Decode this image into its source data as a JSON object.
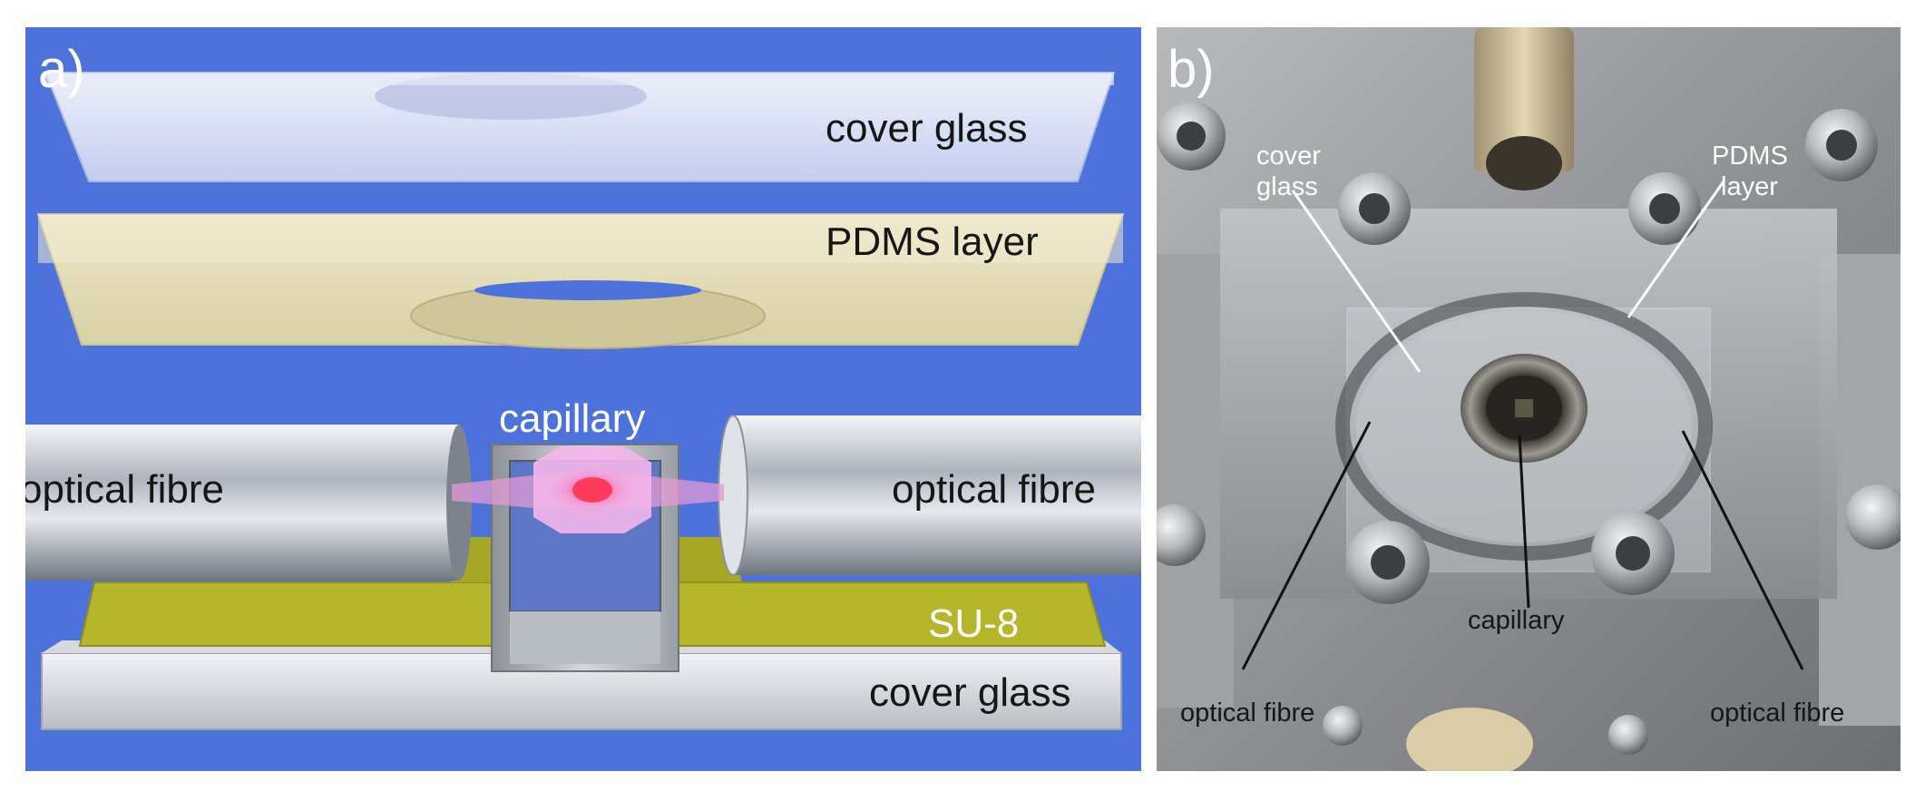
{
  "panel_a": {
    "tag": "a)",
    "labels": {
      "cover_glass_top": "cover glass",
      "pdms_layer": "PDMS layer",
      "capillary": "capillary",
      "optical_fibre_left": "optical fibre",
      "optical_fibre_right": "optical fibre",
      "su8": "SU-8",
      "cover_glass_bottom": "cover glass"
    }
  },
  "panel_b": {
    "tag": "b)",
    "labels": {
      "cover_glass_line1": "cover",
      "cover_glass_line2": "glass",
      "pdms_line1": "PDMS",
      "pdms_line2": "layer",
      "capillary": "capillary",
      "optical_fibre_left": "optical fibre",
      "optical_fibre_right": "optical fibre"
    }
  },
  "colors": {
    "background_a": "#4e72dc",
    "glass": "#d9def4",
    "pdms": "#e3dcb6",
    "su8": "#b8b82e",
    "fibre": "#c7cbd3"
  }
}
